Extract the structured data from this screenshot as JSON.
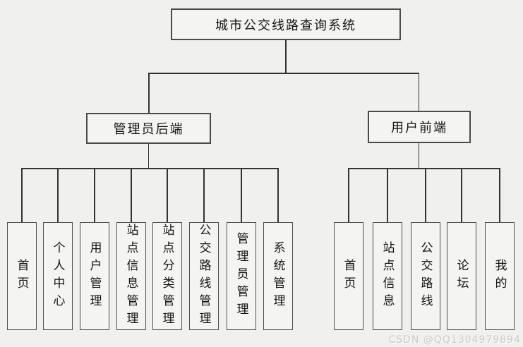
{
  "diagram": {
    "root_label": "城市公交线路查询系统",
    "branches": [
      {
        "label": "管理员后端",
        "children": [
          "首页",
          "个人中心",
          "用户管理",
          "站点信息管理",
          "站点分类管理",
          "公交路线管理",
          "管理员管理",
          "系统管理"
        ]
      },
      {
        "label": "用户前端",
        "children": [
          "首页",
          "站点信息",
          "公交路线",
          "论坛",
          "我的"
        ]
      }
    ]
  },
  "watermark": "CSDN @QQ1304979894",
  "colors": {
    "background": "#f0f0ee",
    "node_fill": "#f4f4f2",
    "node_border": "#4a4a4a",
    "connector": "#333333",
    "text": "#141414",
    "watermark_text": "#c8c8c8"
  }
}
